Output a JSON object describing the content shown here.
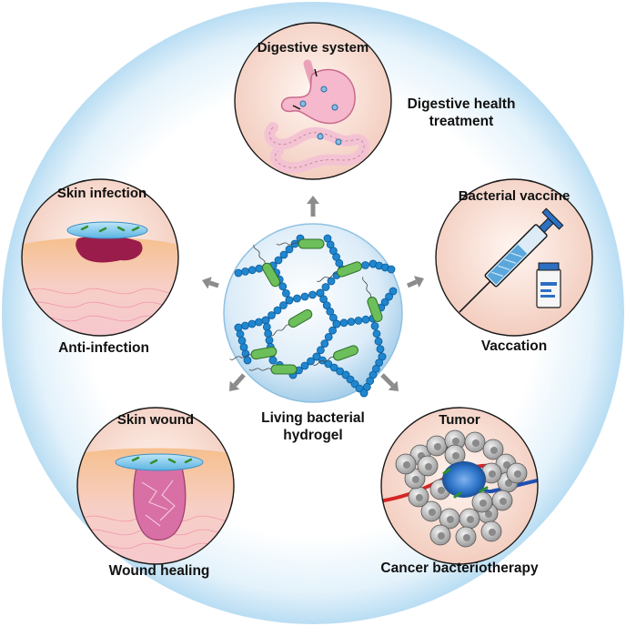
{
  "center": {
    "title_line1": "Living bacterial",
    "title_line2": "hydrogel"
  },
  "panels": {
    "digestive": {
      "title": "Digestive system",
      "caption_line1": "Digestive health",
      "caption_line2": "treatment"
    },
    "vaccine": {
      "title": "Bacterial vaccine",
      "caption": "Vaccation"
    },
    "tumor": {
      "title": "Tumor",
      "caption": "Cancer bacteriotherapy"
    },
    "wound": {
      "title": "Skin wound",
      "caption": "Wound healing"
    },
    "infection": {
      "title": "Skin infection",
      "caption": "Anti-infection"
    }
  },
  "colors": {
    "halo": "#cfe8f7",
    "panel_fill": "#f6d8cc",
    "panel_border": "#1a1a1a",
    "bead": "#1f86cf",
    "bacteria": "#3f9a3f",
    "arrow": "#8c8c8c",
    "skin": "#f3b98e",
    "wound": "#d970a5",
    "clot": "#9a1c4a",
    "tumor_core": "#2b72c7",
    "vessel_red": "#d42626",
    "vessel_blue": "#1f4fb3"
  }
}
